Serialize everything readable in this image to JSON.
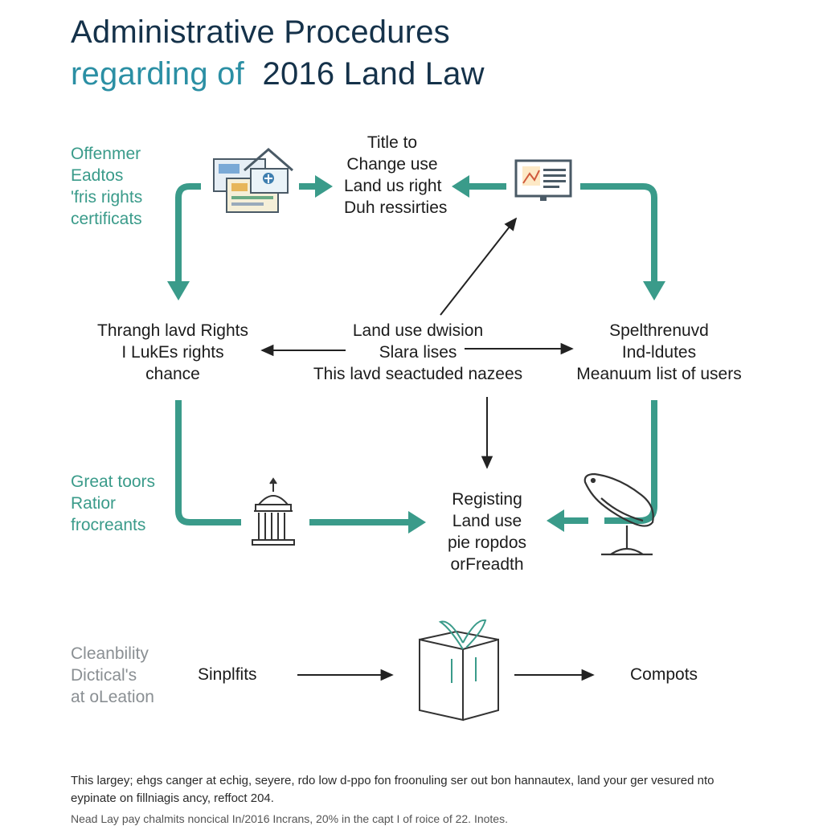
{
  "title": {
    "line1": "Administrative Procedures",
    "line2_accent": "regarding of",
    "line2_main": "2016 Land Law"
  },
  "side_labels": {
    "top_left": [
      "Offenmer",
      "Eadtos",
      "'fris rights",
      "certificats"
    ],
    "mid_left": [
      "Great toors",
      "Ratior",
      "frocreants"
    ],
    "bottom_left": [
      "Cleanbility",
      "Dictical's",
      "at oLeation"
    ]
  },
  "nodes": {
    "top_center": [
      "Title to",
      "Change use",
      "Land us right",
      "Duh ressirties"
    ],
    "middle_left": [
      "Thrangh lavd Rights",
      "I LukEs rights",
      "chance"
    ],
    "middle_center": [
      "Land use dwision",
      "Slara lises",
      "This lavd seactuded nazees"
    ],
    "middle_right": [
      "Spelthrenuvd",
      "Ind-ldutes",
      "Meanuum list of users"
    ],
    "bottom_center": [
      "Registing",
      "Land use",
      "pie ropdos",
      "orFreadth"
    ],
    "row3_left": "Sinplfits",
    "row3_right": "Compots"
  },
  "icons": [
    "document-house-icon",
    "monitor-chart-icon",
    "government-building-icon",
    "bird-sculpture-icon",
    "gift-bag-icon"
  ],
  "colors": {
    "title_dark": "#15324a",
    "title_accent": "#2b8fa4",
    "flow_teal": "#3a9b8a",
    "side_teal": "#3a9b8a",
    "side_gray": "#8a8f93",
    "arrow_black": "#222222"
  },
  "footer": {
    "paragraph": "This largey; ehgs canger at echig, seyere, rdo low d-ppo fon froonuling ser out bon hannautex, land your ger vesured nto eypinate on fillniagis ancy, reffoct 204.",
    "note": "Nead Lay pay chalmits noncical In/2016 Incrans, 20% in the capt I of roice of 22. Inotes."
  }
}
